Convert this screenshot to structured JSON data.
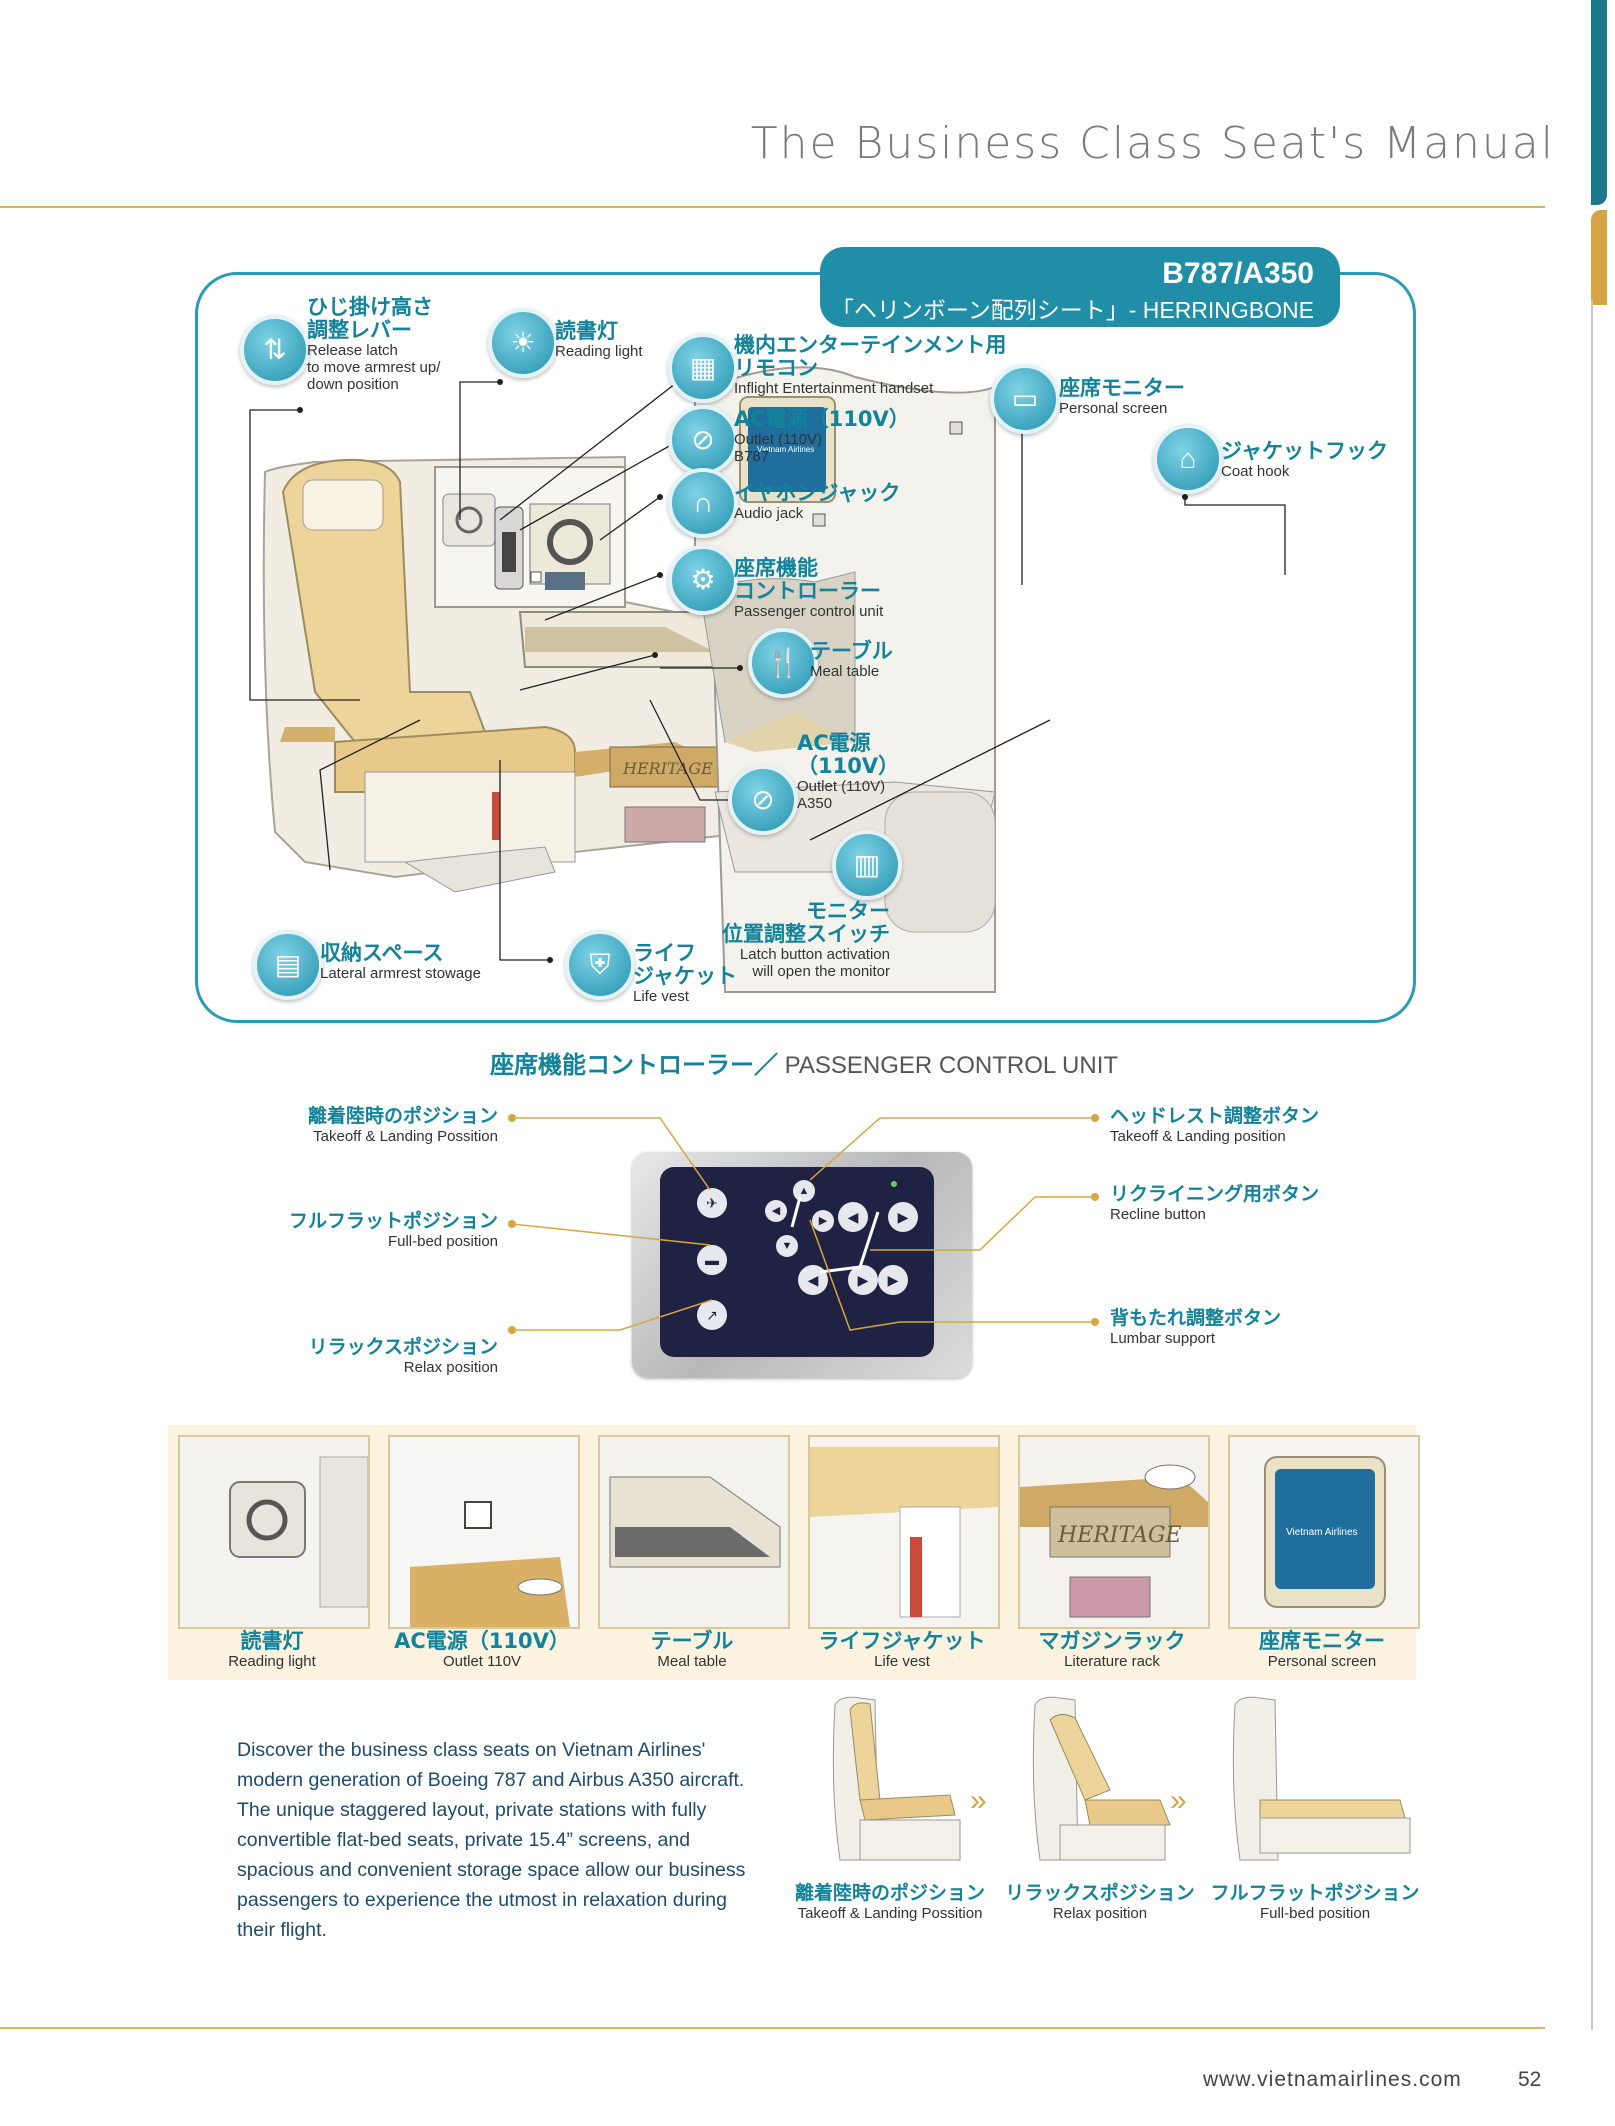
{
  "header": {
    "title": "The Business Class Seat's Manual"
  },
  "model_tag": {
    "model": "B787/A350",
    "subtitle": "「ヘリンボーン配列シート」- HERRINGBONE SEAT"
  },
  "callouts": {
    "armrest": {
      "jp1": "ひじ掛け高さ",
      "jp2": "調整レバー",
      "en1": "Release latch",
      "en2": "to move armrest up/",
      "en3": "down position"
    },
    "reading_light": {
      "jp": "読書灯",
      "en": "Reading light"
    },
    "handset": {
      "jp1": "機内エンターテインメント用",
      "jp2": "リモコン",
      "en": "Inflight Entertainment handset"
    },
    "outlet_b787": {
      "jp": "AC電源（110V）",
      "en1": "Outlet (110V)",
      "en2": "B787"
    },
    "audio": {
      "jp": "イヤホンジャック",
      "en": "Audio jack"
    },
    "pcu": {
      "jp1": "座席機能",
      "jp2": "コントローラー",
      "en": "Passenger control unit"
    },
    "table": {
      "jp": "テーブル",
      "en": "Meal table"
    },
    "outlet_a350": {
      "jp1": "AC電源",
      "jp2": "（110V）",
      "en1": "Outlet (110V)",
      "en2": "A350"
    },
    "screen": {
      "jp": "座席モニター",
      "en": "Personal screen"
    },
    "coat_hook": {
      "jp": "ジャケットフック",
      "en": "Coat hook"
    },
    "monitor_switch": {
      "jp1": "モニター",
      "jp2": "位置調整スイッチ",
      "en1": "Latch button activation",
      "en2": "will open the monitor"
    },
    "stowage": {
      "jp": "収納スペース",
      "en": "Lateral armrest stowage"
    },
    "life_vest": {
      "jp1": "ライフ",
      "jp2": "ジャケット",
      "en": "Life vest"
    }
  },
  "pcu_section": {
    "title_jp": "座席機能コントローラー／",
    "title_en": " PASSENGER CONTROL UNIT",
    "left": [
      {
        "jp": "離着陸時のポジション",
        "en": "Takeoff & Landing Possition"
      },
      {
        "jp": "フルフラットポジション",
        "en": "Full-bed position"
      },
      {
        "jp": "リラックスポジション",
        "en": "Relax position"
      }
    ],
    "right": [
      {
        "jp": "ヘッドレスト調整ボタン",
        "en": "Takeoff & Landing position"
      },
      {
        "jp": "リクライニング用ボタン",
        "en": "Recline button"
      },
      {
        "jp": "背もたれ調整ボタン",
        "en": "Lumbar support"
      }
    ]
  },
  "thumbnails": [
    {
      "jp": "読書灯",
      "en": "Reading light"
    },
    {
      "jp": "AC電源（110V）",
      "en": "Outlet 110V"
    },
    {
      "jp": "テーブル",
      "en": "Meal table"
    },
    {
      "jp": "ライフジャケット",
      "en": "Life vest"
    },
    {
      "jp": "マガジンラック",
      "en": "Literature rack"
    },
    {
      "jp": "座席モニター",
      "en": "Personal screen"
    }
  ],
  "brand_text": {
    "heritage": "HERITAGE",
    "vna": "Vietnam Airlines"
  },
  "description": "Discover the business class seats on Vietnam Airlines' modern generation of Boeing 787 and Airbus A350 aircraft. The unique staggered layout, private stations with fully convertible flat-bed seats, private 15.4” screens, and spacious and convenient storage space allow our business passengers to experience the utmost in relaxation during their flight.",
  "positions": [
    {
      "jp": "離着陸時のポジション",
      "en": "Takeoff & Landing Possition"
    },
    {
      "jp": "リラックスポジション",
      "en": "Relax position"
    },
    {
      "jp": "フルフラットポジション",
      "en": "Full-bed position"
    }
  ],
  "footer": {
    "url": "www.vietnamairlines.com",
    "page": "52"
  },
  "colors": {
    "teal": "#1f8ea6",
    "gold": "#d8b45c",
    "navy": "#1f2242",
    "cream": "#fbf2df"
  }
}
